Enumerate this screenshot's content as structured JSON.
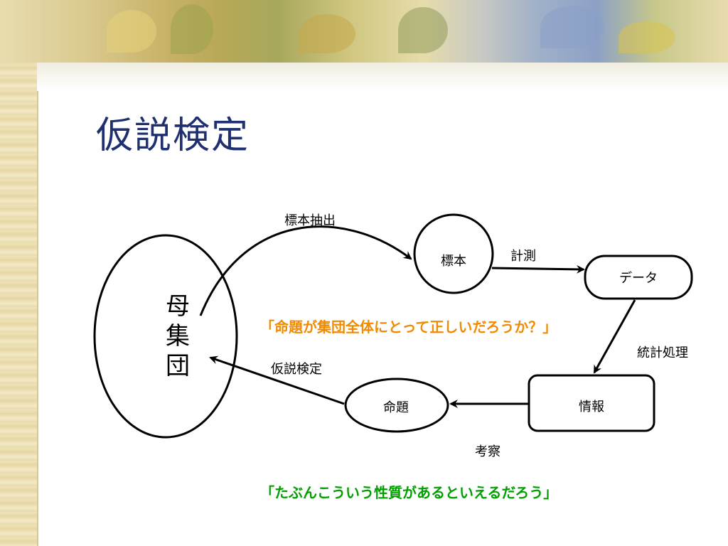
{
  "slide": {
    "title": "仮説検定"
  },
  "nodes": {
    "population": "母集団",
    "sample": "標本",
    "data": "データ",
    "information": "情報",
    "proposition": "命題"
  },
  "edges": {
    "sampling": "標本抽出",
    "measurement": "計測",
    "statistical_processing": "統計処理",
    "consideration": "考察",
    "hypothesis_testing": "仮説検定"
  },
  "quotes": {
    "question": "「命題が集団全体にとって正しいだろうか？」",
    "conclusion": "「たぶんこういう性質があるといえるだろう」"
  },
  "colors": {
    "title": "#1f2f6f",
    "question": "#f08a00",
    "conclusion": "#00a000"
  }
}
